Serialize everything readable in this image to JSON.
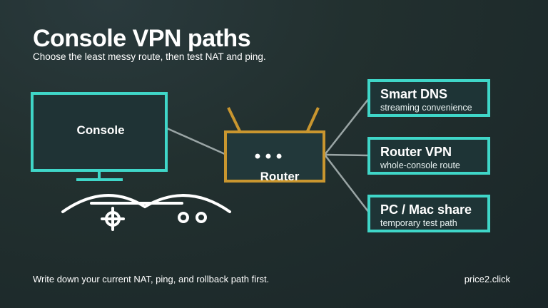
{
  "header": {
    "title": "Console VPN paths",
    "subtitle": "Choose the least messy route, then test NAT and ping."
  },
  "diagram": {
    "console_label": "Console",
    "router_label": "Router",
    "router_indicator": "• • •",
    "options": [
      {
        "title": "Smart DNS",
        "description": "streaming convenience"
      },
      {
        "title": "Router VPN",
        "description": "whole-console route"
      },
      {
        "title": "PC / Mac share",
        "description": "temporary test path"
      }
    ]
  },
  "footer": {
    "note": "Write down your current NAT, ping, and rollback path first.",
    "brand": "price2.click"
  },
  "colors": {
    "accent_teal": "#3fd6c8",
    "router_gold": "#c9962f",
    "connector_gray": "#9aa5a5",
    "background": "#22302f"
  }
}
